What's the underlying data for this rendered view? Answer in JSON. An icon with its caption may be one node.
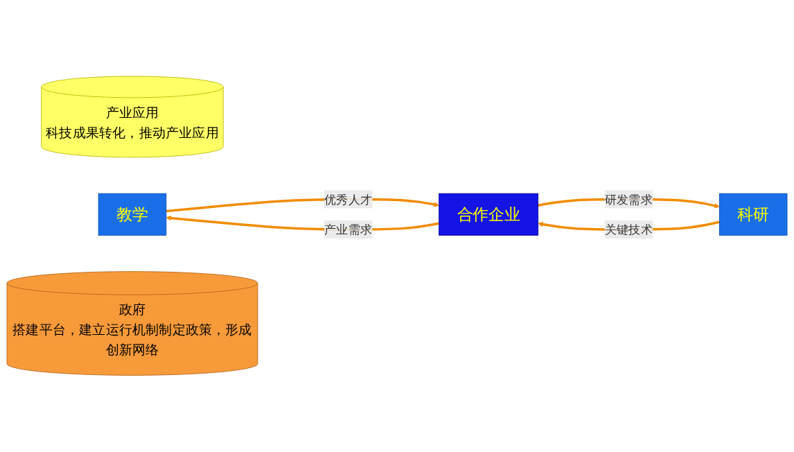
{
  "diagram": {
    "nodes": [
      {
        "text": [
          "产业应用",
          "科技成果转化，推动产业应用"
        ]
      },
      {
        "text": [
          "教学"
        ]
      },
      {
        "text": [
          "合作企业"
        ]
      },
      {
        "text": [
          "科研"
        ]
      },
      {
        "text": [
          "政府",
          "搭建平台，建立运行机制制定政策，形成创新网络"
        ]
      }
    ],
    "edges": [
      {
        "from": 1,
        "to": 2,
        "arrow": "to",
        "label": "优秀人才"
      },
      {
        "from": 2,
        "to": 1,
        "arrow": "to",
        "label": "产业需求"
      },
      {
        "from": 3,
        "to": 2,
        "arrow": "to",
        "label": "关键技术"
      },
      {
        "from": 2,
        "to": 3,
        "arrow": "to",
        "label": "研发需求"
      }
    ]
  }
}
